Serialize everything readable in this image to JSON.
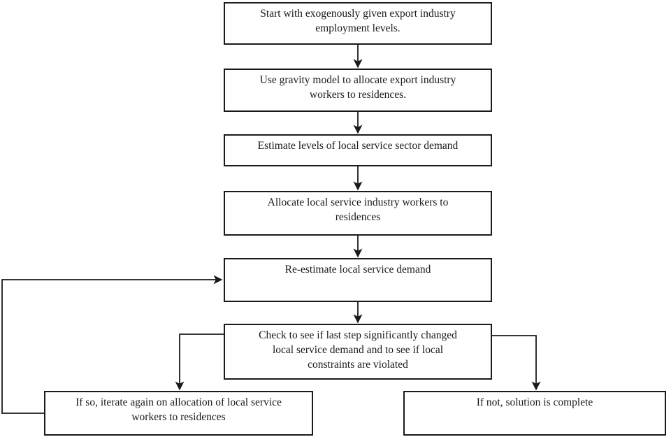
{
  "diagram": {
    "type": "flowchart",
    "colors": {
      "background": "#ffffff",
      "line": "#1a1a1a",
      "text": "#1a1a1a"
    },
    "nodes": [
      {
        "id": "start",
        "text": "Start with exogenously given export industry\nemployment levels."
      },
      {
        "id": "gravity",
        "text": "Use gravity model to allocate export industry\nworkers to residences."
      },
      {
        "id": "estimate-demand",
        "text": "Estimate levels of local service sector demand"
      },
      {
        "id": "allocate-workers",
        "text": "Allocate local service industry workers to\nresidences"
      },
      {
        "id": "reestimate",
        "text": "Re-estimate local service demand"
      },
      {
        "id": "check",
        "text": "Check to see if last step significantly changed\nlocal service demand and to see if local\nconstraints are violated"
      },
      {
        "id": "iterate",
        "text": "If so, iterate again on allocation of local service\nworkers to residences"
      },
      {
        "id": "complete",
        "text": "If not, solution is complete"
      }
    ],
    "edges": [
      {
        "from": "start",
        "to": "gravity"
      },
      {
        "from": "gravity",
        "to": "estimate-demand"
      },
      {
        "from": "estimate-demand",
        "to": "allocate-workers"
      },
      {
        "from": "allocate-workers",
        "to": "reestimate"
      },
      {
        "from": "reestimate",
        "to": "check"
      },
      {
        "from": "check",
        "to": "iterate"
      },
      {
        "from": "check",
        "to": "complete"
      },
      {
        "from": "iterate",
        "to": "reestimate"
      }
    ]
  }
}
